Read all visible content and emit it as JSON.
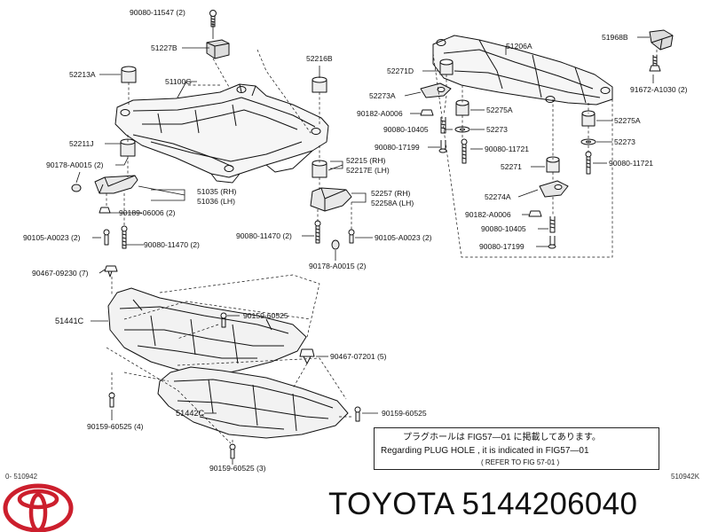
{
  "labels": {
    "l_90080_11547": "90080-11547 (2)",
    "l_51227B": "51227B",
    "l_52213A": "52213A",
    "l_51100G": "51100G",
    "l_52216B": "52216B",
    "l_52211J": "52211J",
    "l_90178_A0015_2a": "90178-A0015 (2)",
    "l_51035": "51035 (RH)",
    "l_51036": "51036 (LH)",
    "l_90189_06006": "90189-06006 (2)",
    "l_90105_A0023_2a": "90105-A0023 (2)",
    "l_90080_11470_2a": "90080-11470 (2)",
    "l_52215": "52215 (RH)",
    "l_52217E": "52217E (LH)",
    "l_52257": "52257 (RH)",
    "l_52258A": "52258A (LH)",
    "l_90080_11470_2b": "90080-11470 (2)",
    "l_90105_A0023_2b": "90105-A0023 (2)",
    "l_90178_A0015_2b": "90178-A0015 (2)",
    "l_51206A": "51206A",
    "l_51968B": "51968B",
    "l_52271D": "52271D",
    "l_91672_A1030": "91672-A1030 (2)",
    "l_52273A": "52273A",
    "l_90182_A0006a": "90182-A0006",
    "l_52275Aa": "52275A",
    "l_52275Ab": "52275A",
    "l_90080_10405a": "90080-10405",
    "l_52273a": "52273",
    "l_52273b": "52273",
    "l_90080_17199a": "90080-17199",
    "l_90080_11721a": "90080-11721",
    "l_90080_11721b": "90080-11721",
    "l_52271": "52271",
    "l_52274A": "52274A",
    "l_90182_A0006b": "90182-A0006",
    "l_90080_10405b": "90080-10405",
    "l_90080_17199b": "90080-17199",
    "l_90467_09230": "90467-09230 (7)",
    "l_51441C": "51441C",
    "l_90159_60525a": "90159-60525",
    "l_90467_07201": "90467-07201 (5)",
    "l_51442C": "51442C",
    "l_90159_60525b": "90159-60525",
    "l_90159_60525_4": "90159-60525 (4)",
    "l_90159_60525_3": "90159-60525 (3)"
  },
  "note": {
    "line1": "プラグホールは FIG57―01 に掲載してあります。",
    "line2": "Regarding  PLUG  HOLE  ,  it  is  indicated  in  FIG57―01",
    "line3": "( REFER  TO  FIG  57-01 )"
  },
  "corner_left": "0- 510942",
  "corner_right": "510942K",
  "brand_line": "TOYOTA 5144206040",
  "colors": {
    "ink": "#111111",
    "background": "#ffffff",
    "logo": "#cc1f2d"
  }
}
